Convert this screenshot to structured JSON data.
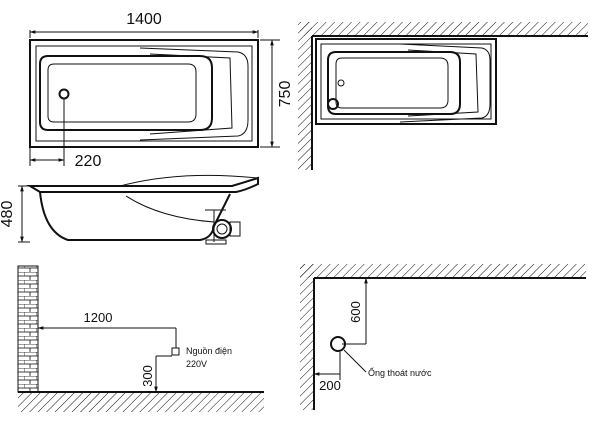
{
  "top_view": {
    "length_label": "1400",
    "width_label": "750",
    "drain_offset_label": "220"
  },
  "side_view": {
    "height_label": "480"
  },
  "power_detail": {
    "distance_label": "1200",
    "height_label": "300",
    "power_label_line1": "Nguồn điện",
    "power_label_line2": "220V"
  },
  "drain_detail": {
    "height_label": "600",
    "offset_label": "200",
    "drain_label": "Ống thoát nước"
  },
  "colors": {
    "line": "#111111",
    "background": "#ffffff"
  }
}
